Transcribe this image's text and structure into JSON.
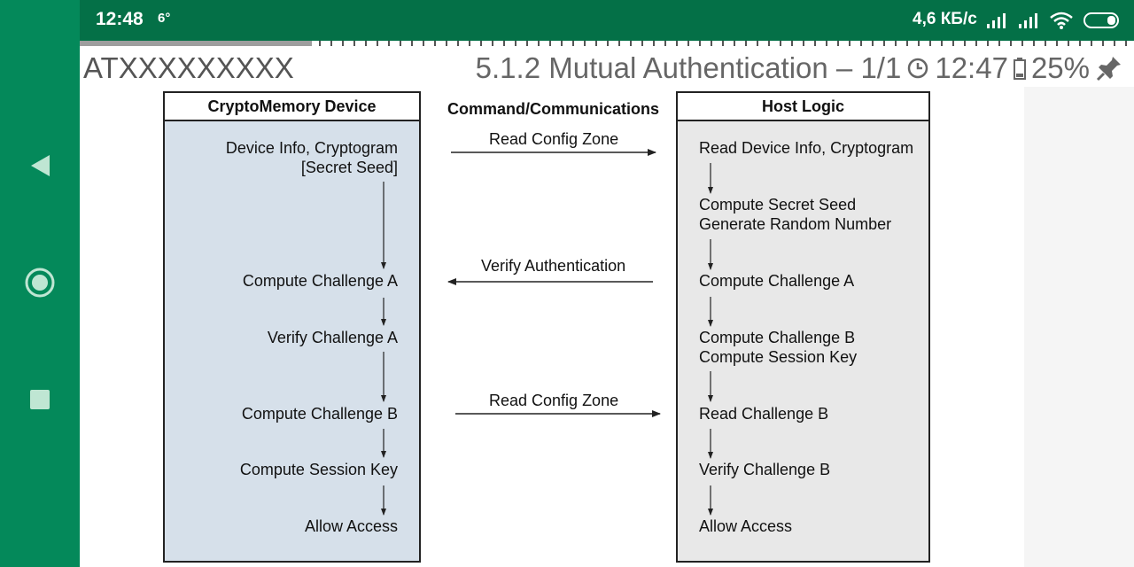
{
  "status_bar": {
    "time": "12:48",
    "temperature": "6°",
    "net_speed": "4,6 КБ/с",
    "icons": [
      "signal-icon",
      "signal-icon",
      "wifi-icon",
      "battery-icon"
    ]
  },
  "nav_bar": {
    "buttons": [
      "back-icon",
      "home-icon",
      "recents-icon"
    ]
  },
  "reader": {
    "progress_fraction": 0.22,
    "doc_title": "ATXXXXXXXXX",
    "section": "5.1.2 Mutual Authentication – 1/1",
    "clock": "12:47",
    "battery": "25%"
  },
  "diagram": {
    "left_header": "CryptoMemory Device",
    "middle_header": "Command/Communications",
    "right_header": "Host Logic",
    "left_steps": [
      "Device Info, Cryptogram",
      "[Secret Seed]",
      "Compute Challenge A",
      "Verify Challenge A",
      "Compute Challenge B",
      "Compute Session Key",
      "Allow Access"
    ],
    "messages": [
      "Read Config Zone",
      "Verify Authentication",
      "Read Config Zone"
    ],
    "right_steps": [
      "Read Device Info, Cryptogram",
      "Compute Secret Seed",
      "Generate Random Number",
      "Compute Challenge A",
      "Compute Challenge B",
      "Compute Session Key",
      "Read Challenge B",
      "Verify Challenge B",
      "Allow Access"
    ]
  },
  "colors": {
    "nav_rail": "#04895a",
    "status_bar": "#047047",
    "left_panel": "#d6e0ea",
    "right_panel": "#e8e8e8"
  }
}
